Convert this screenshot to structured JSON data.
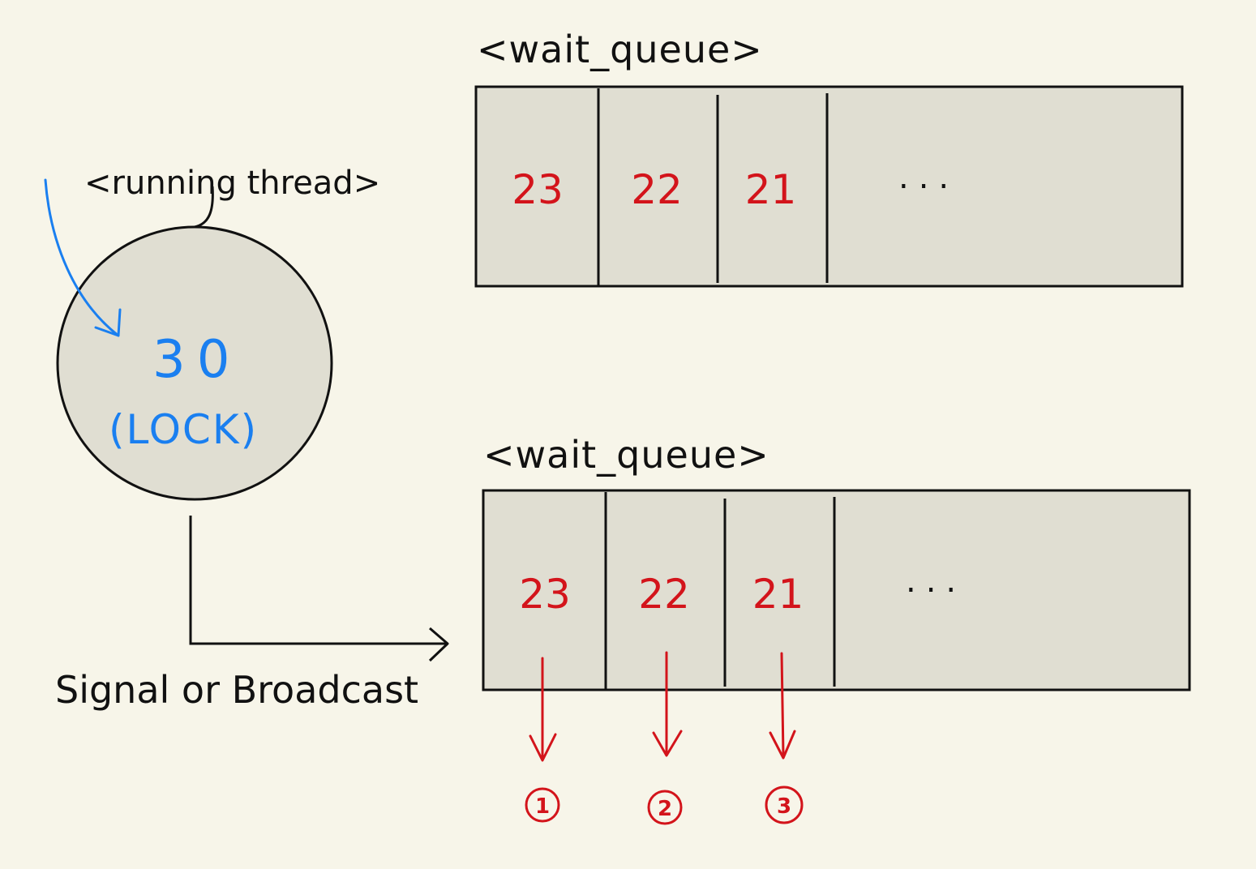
{
  "diagram": {
    "running_thread": {
      "label": "<running thread>",
      "priority": "30",
      "state": "(LOCK)"
    },
    "top_queue": {
      "title": "<wait_queue>",
      "cells": [
        "23",
        "22",
        "21",
        "..."
      ]
    },
    "bottom_queue": {
      "title": "<wait_queue>",
      "cells": [
        "23",
        "22",
        "21",
        "..."
      ]
    },
    "action_label": "Signal or Broadcast",
    "wake_order": [
      "1",
      "2",
      "3"
    ]
  },
  "colors": {
    "background": "#f7f5e9",
    "box_fill": "#e0ded2",
    "stroke": "#111111",
    "lock_text": "#1a7ff0",
    "priority_text": "#d3141b"
  }
}
